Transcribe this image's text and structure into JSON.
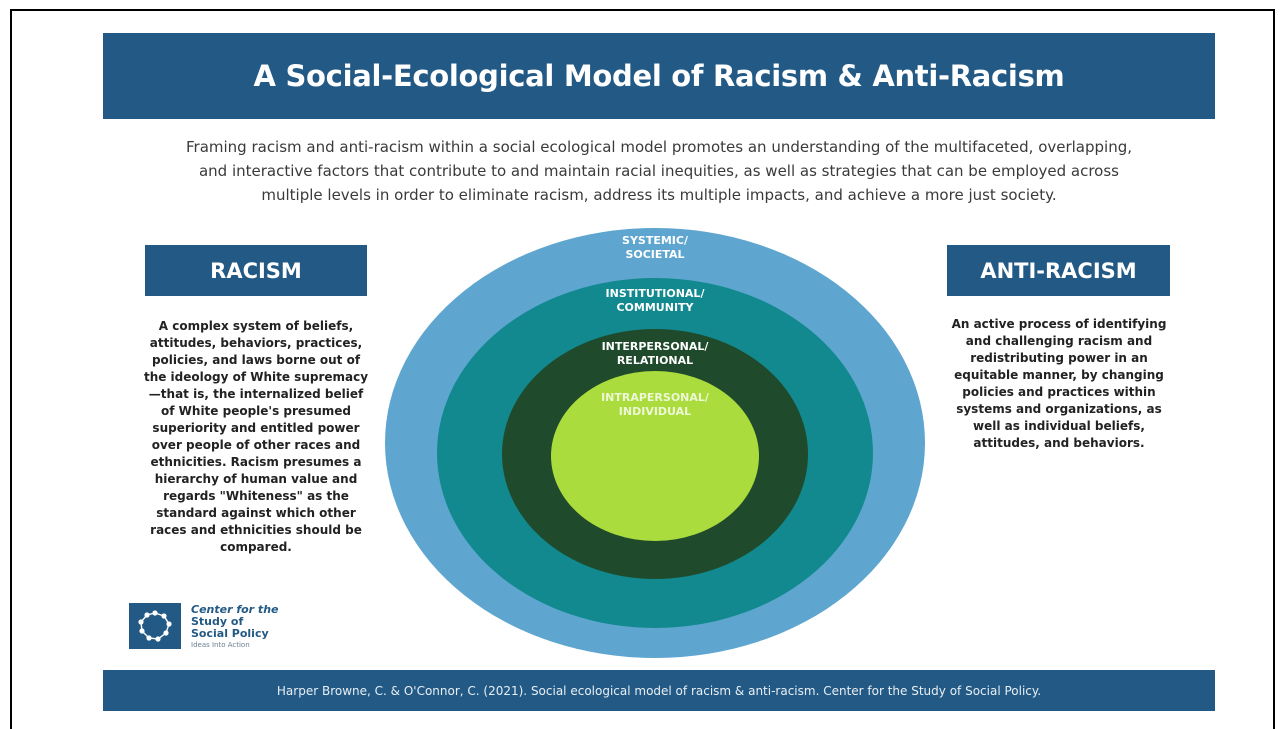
{
  "title": "A Social-Ecological Model of Racism & Anti-Racism",
  "intro": "Framing racism and anti-racism within a social ecological model promotes an understanding of the multifaceted, overlapping, and interactive factors that contribute to and maintain racial inequities, as well as strategies that can be employed across multiple levels in order to eliminate racism, address its multiple impacts, and achieve a more just society.",
  "racism": {
    "heading": "RACISM",
    "text": "A complex system of beliefs, attitudes, behaviors, practices, policies, and laws borne out of the ideology of White supremacy—that is, the internalized belief of White people's presumed superiority and entitled power over people of other races and ethnicities. Racism presumes a hierarchy of human value and regards \"Whiteness\" as the standard against which other races and ethnicities should be compared."
  },
  "anti_racism": {
    "heading": "ANTI-RACISM",
    "text": "An active process of identifying and challenging racism and redistributing power in an equitable manner, by changing policies and practices within systems and organizations, as well as individual beliefs, attitudes, and behaviors."
  },
  "levels": [
    {
      "label_1": "SYSTEMIC/",
      "label_2": "SOCIETAL",
      "color": "#5ea6cf"
    },
    {
      "label_1": "INSTITUTIONAL/",
      "label_2": "COMMUNITY",
      "color": "#12898e"
    },
    {
      "label_1": "INTERPERSONAL/",
      "label_2": "RELATIONAL",
      "color": "#1f4a2c"
    },
    {
      "label_1": "INTRAPERSONAL/",
      "label_2": "INDIVIDUAL",
      "color": "#a9dc3c"
    }
  ],
  "logo": {
    "line1": "Center for the",
    "line2": "Study of",
    "line3": "Social Policy",
    "tagline": "Ideas Into Action"
  },
  "citation": "Harper Browne, C. & O'Connor, C. (2021). Social ecological model of racism & anti-racism. Center for the Study of Social Policy."
}
